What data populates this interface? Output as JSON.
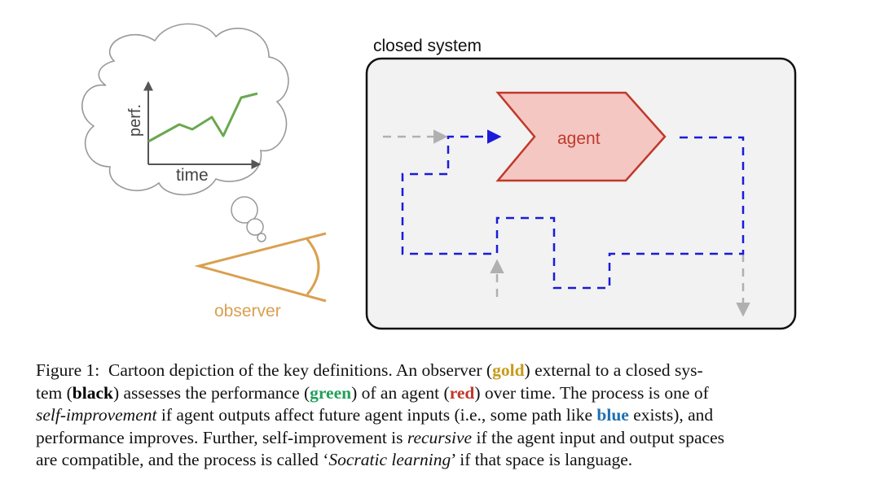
{
  "diagram": {
    "system_label": "closed system",
    "agent_label": "agent",
    "thought_ylabel": "perf.",
    "thought_xlabel": "time",
    "observer_label": "observer",
    "colors": {
      "observer": "#d9a050",
      "performance": "#6aa84f",
      "agent_stroke": "#c0392b",
      "agent_fill": "#f4c7c3",
      "path": "#1a1adb",
      "system_fill": "#f2f2f2",
      "arrows_gray": "#b0b0b0"
    }
  },
  "caption": {
    "prefix": "Figure 1:",
    "t1": "Cartoon depiction of the key definitions. An observer (",
    "gold": "gold",
    "t2": ") external to a closed sys-",
    "t3": "tem (",
    "black": "black",
    "t4": ") assesses the performance (",
    "green": "green",
    "t5": ") of an agent (",
    "red": "red",
    "t6": ") over time. The process is one of",
    "self_improvement": "self-improvement",
    "t7": " if agent outputs affect future agent inputs (i.e., some path like ",
    "blue": "blue",
    "t8": " exists), and",
    "t9": "performance improves. Further, self-improvement is ",
    "recursive": "recursive",
    "t10": " if the agent input and output spaces",
    "t11": "are compatible, and the process is called ‘",
    "socratic": "Socratic learning",
    "t12": "’ if that space is language."
  }
}
